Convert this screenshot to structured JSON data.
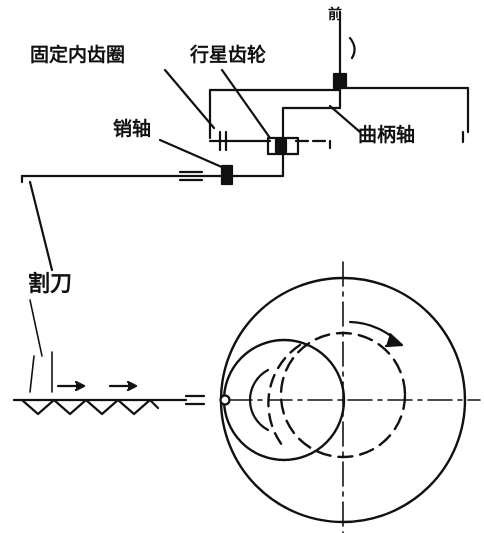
{
  "labels": {
    "fixed_internal_gear": "固定内齿圈",
    "planet_gear": "行星齿轮",
    "pin_shaft": "销轴",
    "crank_shaft": "曲柄轴",
    "cutter": "割刀",
    "top_mark": "前"
  },
  "colors": {
    "ink": "#111111",
    "background": "#ffffff"
  }
}
